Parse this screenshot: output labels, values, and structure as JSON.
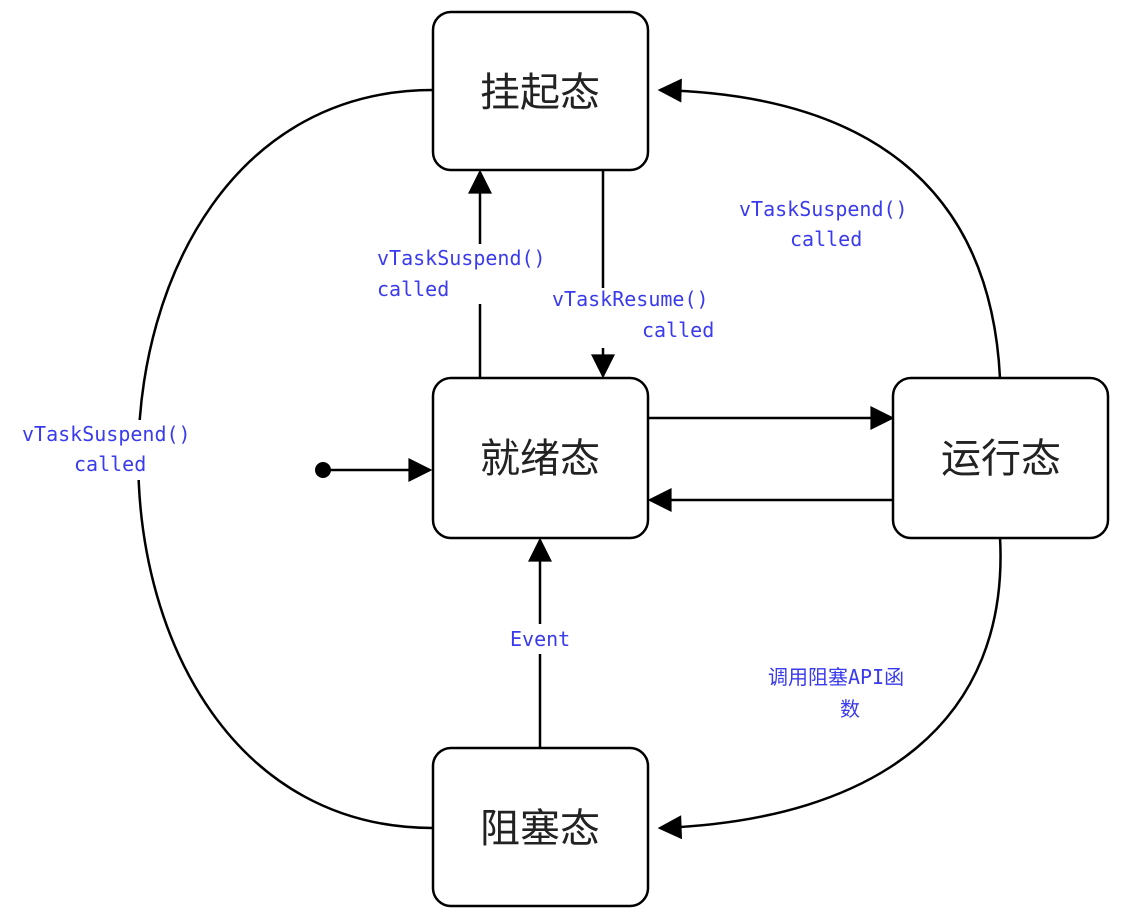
{
  "diagram": {
    "states": {
      "suspended": "挂起态",
      "ready": "就绪态",
      "running": "运行态",
      "blocked": "阻塞态"
    },
    "edges": {
      "ready_to_suspended": [
        "vTaskSuspend()",
        "called"
      ],
      "suspended_to_ready": [
        "vTaskResume()",
        "called"
      ],
      "running_to_suspended": [
        "vTaskSuspend()",
        "called"
      ],
      "blocked_to_suspended": [
        "vTaskSuspend()",
        "called"
      ],
      "blocked_to_ready": [
        "Event"
      ],
      "running_to_blocked": [
        "调用阻塞API函",
        "数"
      ]
    },
    "colors": {
      "line": "#000000",
      "label": "#3a3aee",
      "state_text": "#222222",
      "box_stroke": "#000000"
    }
  }
}
